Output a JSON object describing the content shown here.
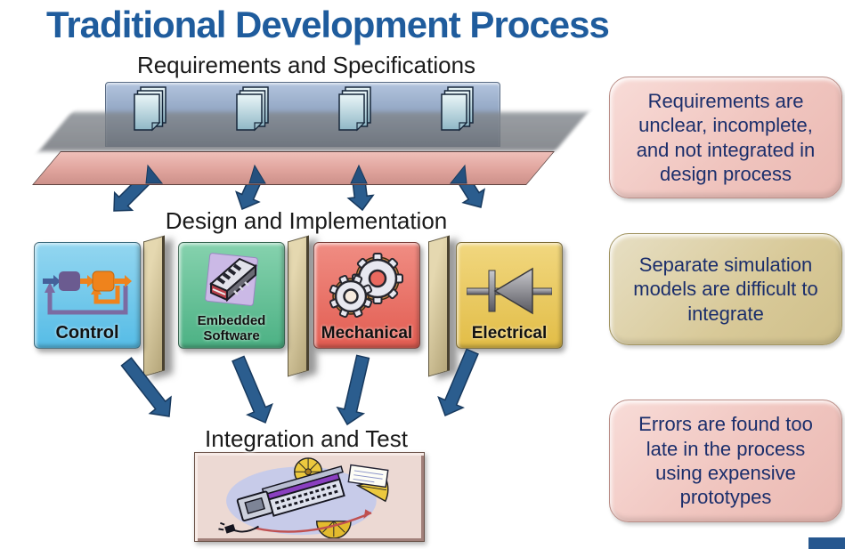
{
  "slide": {
    "title": "Traditional Development Process",
    "title_color": "#1F5C9D",
    "background": "#FFFFFF",
    "accent_bar_color": "#26578F"
  },
  "flow": {
    "stages": {
      "requirements": "Requirements and Specifications",
      "design": "Design and Implementation",
      "integration": "Integration and Test"
    },
    "requirements_bar_color": "#93A7C4",
    "distribution_bar_color": "#E0A49D",
    "arrow_color": "#2B5D8E",
    "document_icon_count": 4,
    "disciplines": [
      {
        "label": "Control",
        "color": "#56BCE6",
        "icon": "feedback-loop-icon"
      },
      {
        "label": "Embedded Software",
        "color": "#4CB184",
        "icon": "microchip-icon"
      },
      {
        "label": "Mechanical",
        "color": "#E25D52",
        "icon": "gears-icon"
      },
      {
        "label": "Electrical",
        "color": "#E2BD47",
        "icon": "diode-icon"
      }
    ],
    "separator_panel_color": "#C9BB93",
    "integration_icon": "machine-clipart"
  },
  "callouts": [
    {
      "text": "Requirements are unclear, incomplete, and not integrated in design process",
      "color": "#F0C5BF",
      "text_color": "#1B2E6B"
    },
    {
      "text": "Separate simulation models are difficult to integrate",
      "color": "#D8C998",
      "text_color": "#1B2E6B"
    },
    {
      "text": "Errors are found too late in the process using expensive prototypes",
      "color": "#F0C5BF",
      "text_color": "#1B2E6B"
    }
  ]
}
